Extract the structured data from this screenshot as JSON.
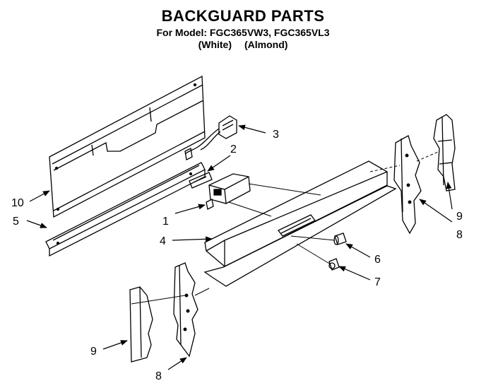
{
  "header": {
    "title": "BACKGUARD PARTS",
    "model_line": "For Model: FGC365VW3, FGC365VL3",
    "color_white": "(White)",
    "color_almond": "(Almond)"
  },
  "callouts": {
    "c10": "10",
    "c5": "5",
    "c1": "1",
    "c2": "2",
    "c3": "3",
    "c4": "4",
    "c6": "6",
    "c7": "7",
    "c8_right": "8",
    "c9_right": "9",
    "c9_left": "9",
    "c8_left": "8"
  }
}
